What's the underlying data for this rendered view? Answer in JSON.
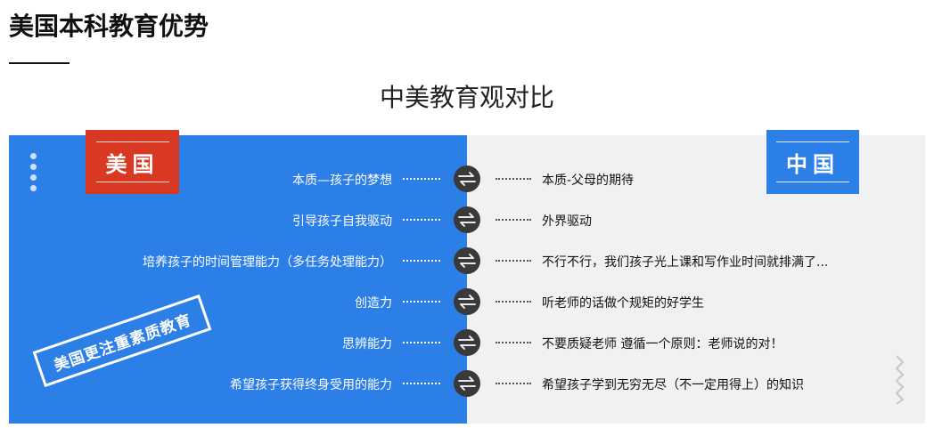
{
  "page": {
    "heading": "美国本科教育优势",
    "section_title": "中美教育观对比"
  },
  "flags": {
    "us": "美国",
    "cn": "中国"
  },
  "colors": {
    "us_panel": "#2c7fe6",
    "cn_panel": "#f1f1f1",
    "us_flag": "#d93823",
    "cn_flag": "#2c7fe6",
    "arrow_circle": "#3a3a3a"
  },
  "rows": [
    {
      "us": "本质—孩子的梦想",
      "cn": "本质-父母的期待"
    },
    {
      "us": "引导孩子自我驱动",
      "cn": "外界驱动"
    },
    {
      "us": "培养孩子的时间管理能力（多任务处理能力）",
      "cn": "不行不行，我们孩子光上课和写作业时间就排满了..."
    },
    {
      "us": "创造力",
      "cn": "听老师的话做个规矩的好学生"
    },
    {
      "us": "思辨能力",
      "cn": "不要质疑老师 遵循一个原则：老师说的对！"
    },
    {
      "us": "希望孩子获得终身受用的能力",
      "cn": "希望孩子学到无穷无尽（不一定用得上）的知识"
    }
  ],
  "stamp": "美国更注重素质教育",
  "icons": {
    "row_separator": "exchange-arrows-icon",
    "menu": "vertical-dots-icon",
    "decoration": "zigzag-icon"
  }
}
